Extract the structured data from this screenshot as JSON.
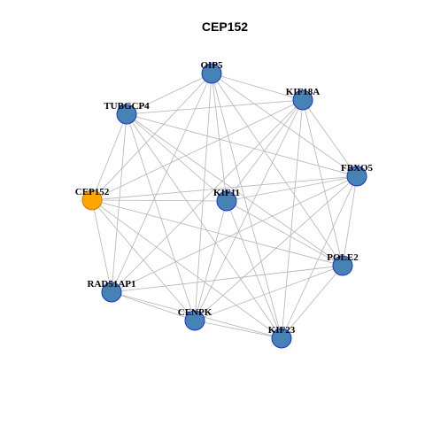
{
  "title": "CEP152",
  "colors": {
    "node_fill": "#4682b4",
    "node_stroke": "#1a33cc",
    "highlight_fill": "#ffa500",
    "highlight_stroke": "#c87800",
    "edge": "#b4b4b4"
  },
  "nodes": [
    {
      "id": "CEP152",
      "label": "CEP152",
      "highlight": true
    },
    {
      "id": "OIP5",
      "label": "OIP5",
      "highlight": false
    },
    {
      "id": "KIF18A",
      "label": "KIF18A",
      "highlight": false
    },
    {
      "id": "TUBGCP4",
      "label": "TUBGCP4",
      "highlight": false
    },
    {
      "id": "FBXO5",
      "label": "FBXO5",
      "highlight": false
    },
    {
      "id": "KIF11",
      "label": "KIF11",
      "highlight": false
    },
    {
      "id": "POLE2",
      "label": "POLE2",
      "highlight": false
    },
    {
      "id": "RAD51AP1",
      "label": "RAD51AP1",
      "highlight": false
    },
    {
      "id": "CENPK",
      "label": "CENPK",
      "highlight": false
    },
    {
      "id": "KIF23",
      "label": "KIF23",
      "highlight": false
    }
  ],
  "edges": [
    [
      "CEP152",
      "OIP5"
    ],
    [
      "CEP152",
      "KIF18A"
    ],
    [
      "CEP152",
      "TUBGCP4"
    ],
    [
      "CEP152",
      "FBXO5"
    ],
    [
      "CEP152",
      "KIF11"
    ],
    [
      "CEP152",
      "POLE2"
    ],
    [
      "CEP152",
      "RAD51AP1"
    ],
    [
      "CEP152",
      "CENPK"
    ],
    [
      "CEP152",
      "KIF23"
    ],
    [
      "OIP5",
      "TUBGCP4"
    ],
    [
      "OIP5",
      "KIF18A"
    ],
    [
      "OIP5",
      "FBXO5"
    ],
    [
      "OIP5",
      "KIF11"
    ],
    [
      "OIP5",
      "POLE2"
    ],
    [
      "OIP5",
      "RAD51AP1"
    ],
    [
      "OIP5",
      "CENPK"
    ],
    [
      "OIP5",
      "KIF23"
    ],
    [
      "TUBGCP4",
      "KIF18A"
    ],
    [
      "TUBGCP4",
      "FBXO5"
    ],
    [
      "TUBGCP4",
      "KIF11"
    ],
    [
      "TUBGCP4",
      "POLE2"
    ],
    [
      "TUBGCP4",
      "RAD51AP1"
    ],
    [
      "TUBGCP4",
      "CENPK"
    ],
    [
      "TUBGCP4",
      "KIF23"
    ],
    [
      "KIF18A",
      "FBXO5"
    ],
    [
      "KIF18A",
      "KIF11"
    ],
    [
      "KIF18A",
      "POLE2"
    ],
    [
      "KIF18A",
      "RAD51AP1"
    ],
    [
      "KIF18A",
      "CENPK"
    ],
    [
      "KIF18A",
      "KIF23"
    ],
    [
      "FBXO5",
      "KIF11"
    ],
    [
      "FBXO5",
      "POLE2"
    ],
    [
      "FBXO5",
      "RAD51AP1"
    ],
    [
      "FBXO5",
      "CENPK"
    ],
    [
      "FBXO5",
      "KIF23"
    ],
    [
      "KIF11",
      "POLE2"
    ],
    [
      "KIF11",
      "CENPK"
    ],
    [
      "KIF11",
      "KIF23"
    ],
    [
      "POLE2",
      "RAD51AP1"
    ],
    [
      "POLE2",
      "CENPK"
    ],
    [
      "POLE2",
      "KIF23"
    ],
    [
      "RAD51AP1",
      "CENPK"
    ],
    [
      "RAD51AP1",
      "KIF23"
    ],
    [
      "CENPK",
      "KIF23"
    ]
  ]
}
